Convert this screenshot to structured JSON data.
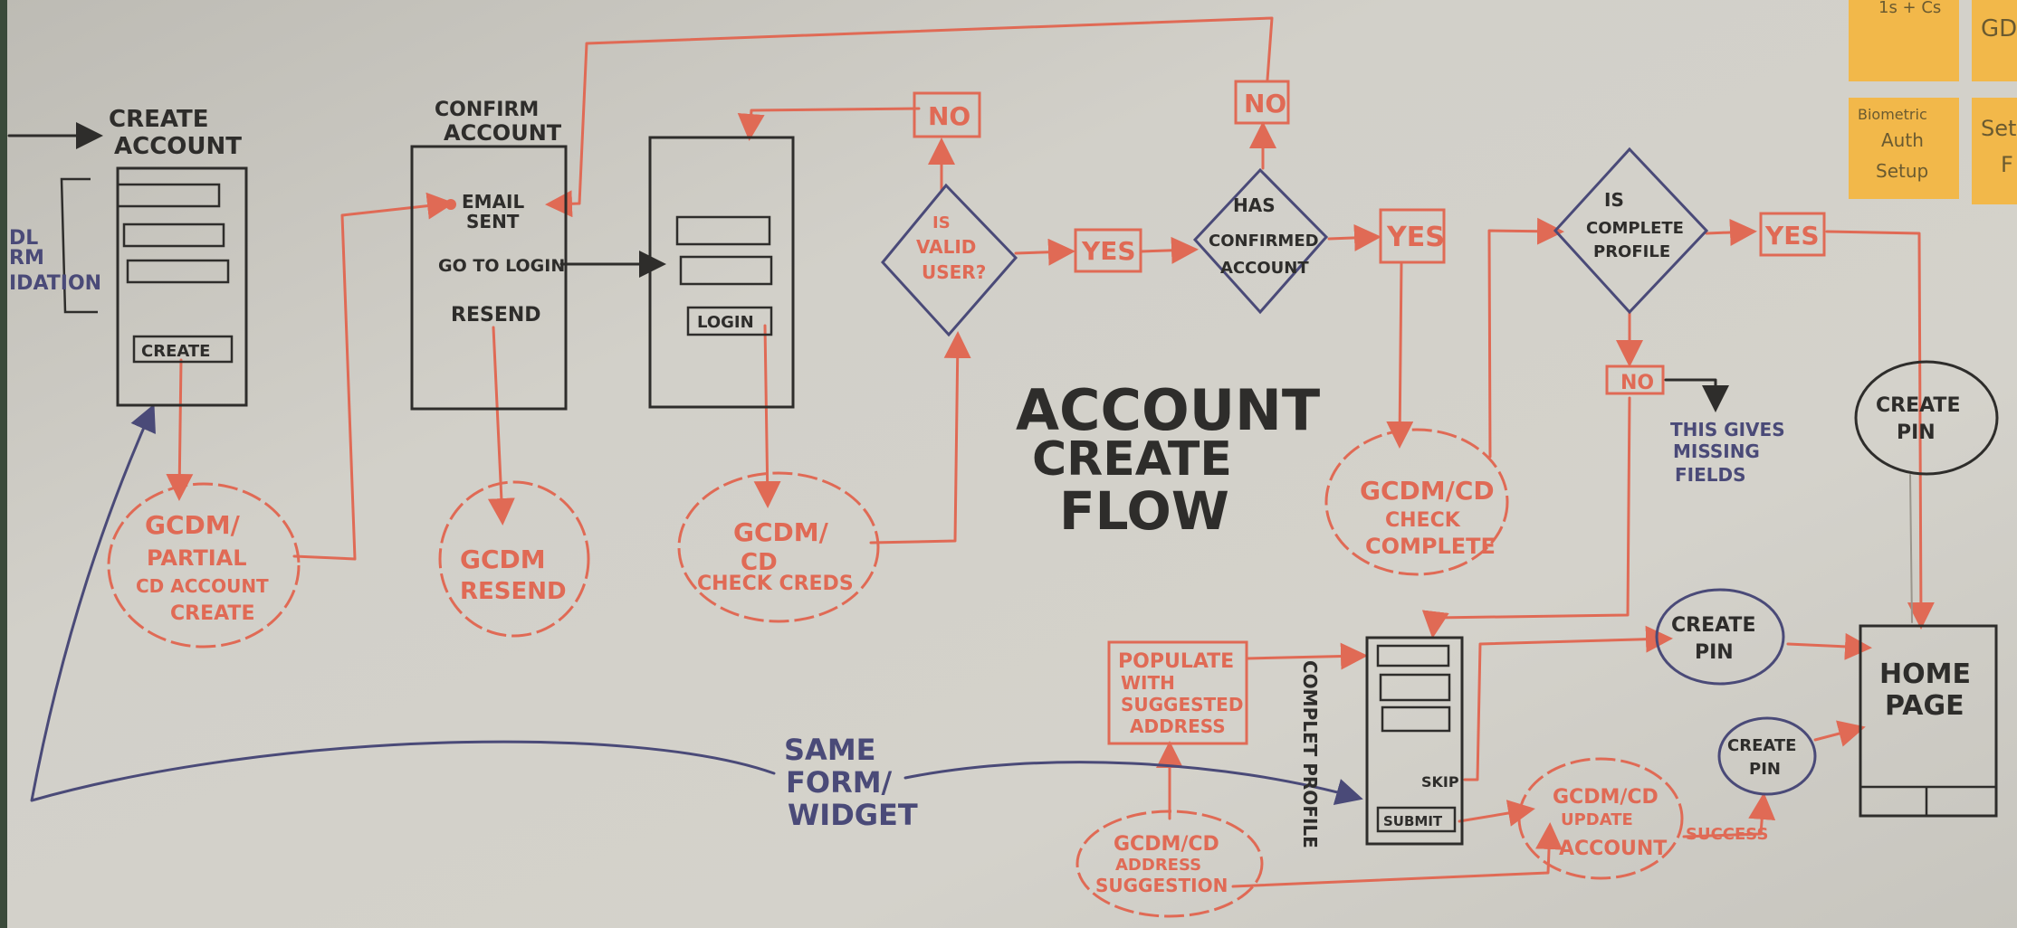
{
  "diagram": {
    "title": [
      "ACCOUNT",
      "CREATE",
      "FLOW"
    ],
    "create_account": {
      "heading": [
        "CREATE",
        "ACCOUNT"
      ],
      "button": "CREATE",
      "side_note": [
        "DL",
        "RM",
        "IDATION"
      ]
    },
    "partial_create_cloud": [
      "GCDM/",
      "PARTIAL",
      "CD ACCOUNT",
      "CREATE"
    ],
    "confirm_account": {
      "heading": [
        "CONFIRM",
        "ACCOUNT"
      ],
      "email_sent": [
        "EMAIL",
        "SENT"
      ],
      "go_to_login": "GO TO LOGIN",
      "resend": "RESEND"
    },
    "resend_cloud": [
      "GCDM",
      "RESEND"
    ],
    "login_screen": {
      "button": "LOGIN"
    },
    "check_creds_cloud": [
      "GCDM/",
      "CD",
      "CHECK CREDS"
    ],
    "valid_user_decision": [
      "IS",
      "VALID",
      "USER?"
    ],
    "valid_user_no": "NO",
    "valid_user_yes": "YES",
    "confirmed_decision": [
      "HAS",
      "CONFIRMED",
      "ACCOUNT"
    ],
    "confirmed_no": "NO",
    "confirmed_yes": "YES",
    "check_complete_cloud": [
      "GCDM/CD",
      "CHECK",
      "COMPLETE"
    ],
    "complete_profile_decision": [
      "IS",
      "COMPLETE",
      "PROFILE"
    ],
    "complete_yes": "YES",
    "complete_no": "NO",
    "missing_fields_note": [
      "THIS GIVES",
      "MISSING",
      "FIELDS"
    ],
    "create_pin_top": [
      "CREATE",
      "PIN"
    ],
    "home_page": [
      "HOME",
      "PAGE"
    ],
    "populate_box": [
      "POPULATE",
      "WITH",
      "SUGGESTED",
      "ADDRESS"
    ],
    "complete_profile_screen": {
      "side_label": "COMPLET PROFILE",
      "skip": "SKIP",
      "submit": "SUBMIT"
    },
    "address_cloud": [
      "GCDM/CD",
      "ADDRESS",
      "SUGGESTION"
    ],
    "update_cloud": [
      "GCDM/CD",
      "UPDATE",
      "ACCOUNT"
    ],
    "success_label": "SUCCESS",
    "create_pin_mid": [
      "CREATE",
      "PIN"
    ],
    "create_pin_low": [
      "CREATE",
      "PIN"
    ],
    "same_form_note": [
      "SAME",
      "FORM/",
      "WIDGET"
    ],
    "sticky_notes": [
      "1s + Cs",
      "GD",
      "Biometric",
      "Auth",
      "Setup",
      "Set",
      "F"
    ]
  }
}
